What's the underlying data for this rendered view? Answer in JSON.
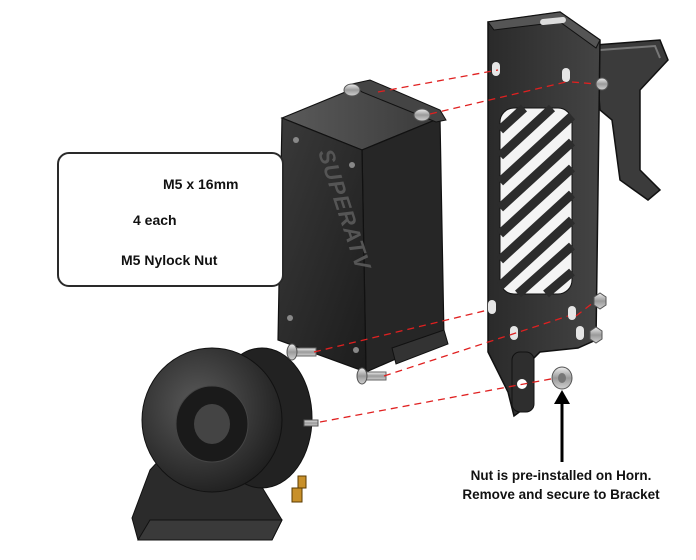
{
  "hardware": {
    "bolt_label": "M5 x 16mm",
    "quantity_label": "4 each",
    "nut_label": "M5 Nylock Nut"
  },
  "box": {
    "brand_text": "SUPERATV"
  },
  "callout": {
    "line1": "Nut is pre-installed on Horn.",
    "line2": "Remove and secure to Bracket"
  },
  "colors": {
    "dashed_line": "#e02020",
    "part_dark": "#2b2b2b",
    "arrow": "#000000"
  }
}
